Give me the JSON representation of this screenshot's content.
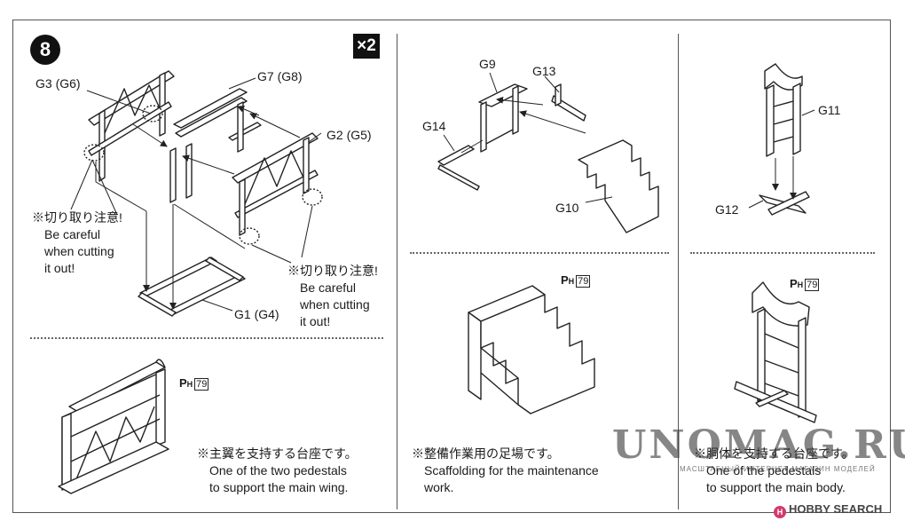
{
  "step": {
    "number": "8",
    "multiplier": "×2"
  },
  "assembly": {
    "labels": {
      "g3": "G3 (G6)",
      "g7": "G7 (G8)",
      "g2": "G2 (G5)",
      "g1": "G1 (G4)"
    },
    "caution_left": {
      "jp": "※切り取り注意!",
      "en1": "Be careful",
      "en2": "when cutting",
      "en3": "it out!"
    },
    "caution_right": {
      "jp": "※切り取り注意!",
      "en1": "Be careful",
      "en2": "when cutting",
      "en3": "it out!"
    }
  },
  "scaffold_assembly": {
    "labels": {
      "g9": "G9",
      "g13": "G13",
      "g14": "G14",
      "g10": "G10"
    }
  },
  "pedestal_body_assembly": {
    "labels": {
      "g11": "G11",
      "g12": "G12"
    }
  },
  "reference": {
    "p": "P",
    "sub": "H",
    "page": "79"
  },
  "captions": {
    "wing": {
      "jp": "※主翼を支持する台座です。",
      "en1": "One of the two pedestals",
      "en2": "to support the main wing."
    },
    "scaffold": {
      "jp": "※整備作業用の足場です。",
      "en1": "Scaffolding for the maintenance",
      "en2": "work."
    },
    "body": {
      "jp": "※胴体を支持する台座です。",
      "en1": "One of the pedestals",
      "en2": "to support the main body."
    }
  },
  "watermark": {
    "text": "UNOMAG.RU",
    "sub": "МАСШТАБНЫЙ ИНТЕРНЕТ МАГАЗИН МОДЕЛЕЙ"
  },
  "source_badge": {
    "logo": "H",
    "text": "HOBBY SEARCH"
  }
}
